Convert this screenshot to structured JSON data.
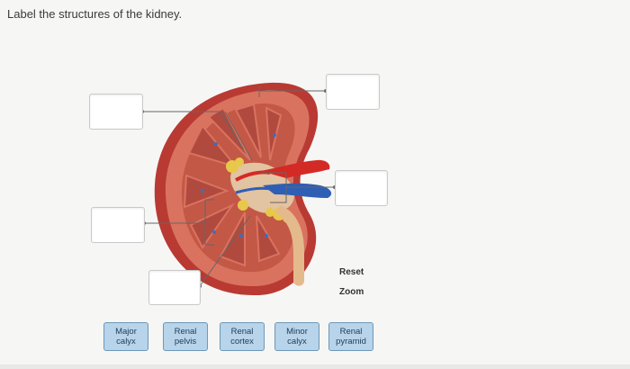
{
  "prompt": "Label the structures of the kidney.",
  "controls": {
    "reset_label": "Reset",
    "zoom_label": "Zoom"
  },
  "label_tiles": [
    {
      "label": "Major\ncalyx"
    },
    {
      "label": "Renal\npelvis"
    },
    {
      "label": "Renal\ncortex"
    },
    {
      "label": "Minor\ncalyx"
    },
    {
      "label": "Renal\npyramid"
    }
  ],
  "colors": {
    "tile_fill": "#b7d4ea",
    "tile_border": "#6e98b8",
    "kidney_outer": "#b93a33",
    "kidney_cortex": "#d9735f",
    "artery": "#d42a26",
    "vein": "#2e5fb5",
    "ureter": "#e4b98c",
    "fat": "#e8c84a"
  },
  "illustration": {
    "name": "kidney-cross-section"
  }
}
